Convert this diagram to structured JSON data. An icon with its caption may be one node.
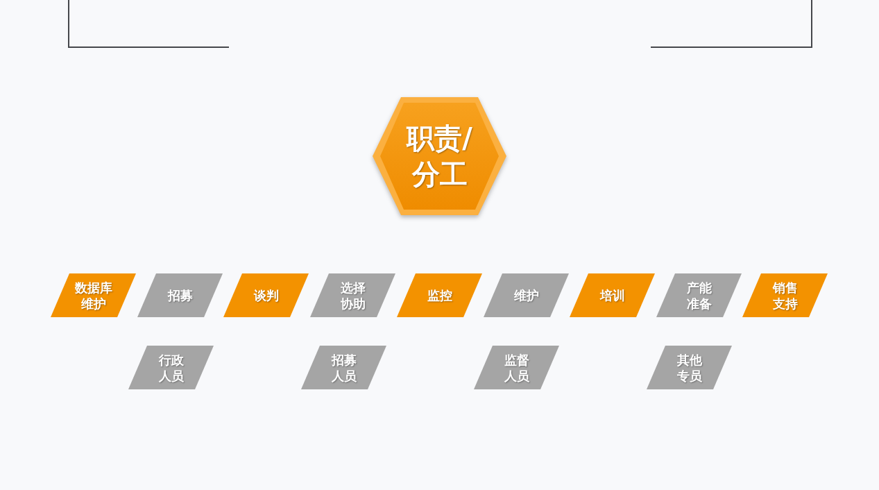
{
  "diagram": {
    "nodes": [
      {
        "text": [
          "职责/分工"
        ]
      },
      {
        "text": [
          "数据库维护"
        ]
      },
      {
        "text": [
          "招募"
        ]
      },
      {
        "text": [
          "谈判"
        ]
      },
      {
        "text": [
          "选择协助"
        ]
      },
      {
        "text": [
          "监控"
        ]
      },
      {
        "text": [
          "维护"
        ]
      },
      {
        "text": [
          "培训"
        ]
      },
      {
        "text": [
          "产能准备"
        ]
      },
      {
        "text": [
          "销售支持"
        ]
      },
      {
        "text": [
          "行政人员"
        ]
      },
      {
        "text": [
          "招募人员"
        ]
      },
      {
        "text": [
          "监督人员"
        ]
      },
      {
        "text": [
          "其他专员"
        ]
      }
    ]
  }
}
